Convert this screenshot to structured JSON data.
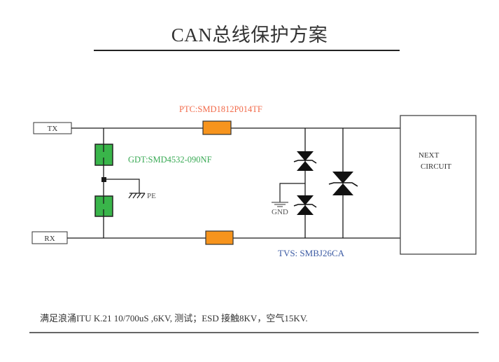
{
  "title": "CAN总线保护方案",
  "colors": {
    "ptc": "#f7941d",
    "ptc_label": "#f26b4b",
    "gdt": "#39b54a",
    "gdt_label": "#3aaa55",
    "tvs_label": "#3b5aa3",
    "wire": "#1a1a1a",
    "text": "#333333"
  },
  "ports": {
    "tx": "TX",
    "rx": "RX"
  },
  "components": {
    "ptc": {
      "label": "PTC:SMD1812P014TF",
      "icon": "resistor-ptc-icon"
    },
    "gdt": {
      "label": "GDT:SMD4532-090NF",
      "icon": "gas-discharge-tube-icon"
    },
    "tvs": {
      "label": "TVS: SMBJ26CA",
      "icon": "bidirectional-tvs-diode-icon"
    },
    "pe": {
      "label": "PE",
      "icon": "chassis-ground-icon"
    },
    "gnd": {
      "label": "GND",
      "icon": "ground-icon"
    }
  },
  "next_circuit": {
    "line1": "NEXT",
    "line2": "CIRCUIT"
  },
  "footnote": "满足浪涌ITU  K.21   10/700uS ,6KV, 测试；ESD  接触8KV，空气15KV."
}
